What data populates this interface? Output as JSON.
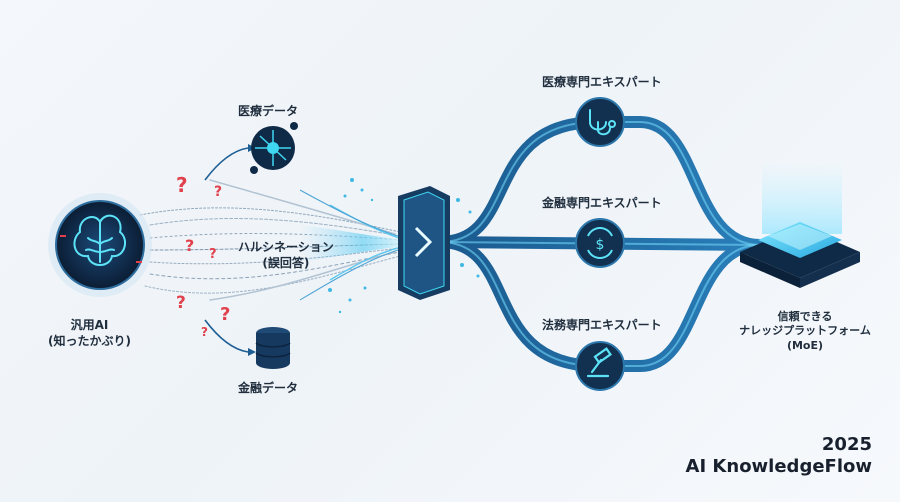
{
  "labels": {
    "general_ai_line1": "汎用AI",
    "general_ai_line2": "(知ったかぶり)",
    "medical_data": "医療データ",
    "finance_data": "金融データ",
    "hallucination_line1": "ハルシネーション",
    "hallucination_line2": "(誤回答)",
    "medical_expert": "医療専門エキスパート",
    "finance_expert": "金融専門エキスパート",
    "legal_expert": "法務専門エキスパート",
    "platform_line1": "信頼できる",
    "platform_line2": "ナレッジプラットフォーム",
    "platform_line3": "(MoE)"
  },
  "brand": {
    "year": "2025",
    "name": "AI KnowledgeFlow"
  },
  "icons": {
    "brain": "brain-icon",
    "medical_data": "medical-data-node-icon",
    "finance_data": "database-icon",
    "gateway": "router-gate-icon",
    "medical_expert": "stethoscope-icon",
    "finance_expert": "currency-exchange-icon",
    "legal_expert": "gavel-icon",
    "platform": "platform-stack-icon",
    "question": "question-mark-icon"
  },
  "colors": {
    "accent_cyan": "#3fd6f2",
    "pipe_blue": "#1d5f94",
    "dark_navy": "#122a45",
    "question_red": "#e0414c"
  }
}
